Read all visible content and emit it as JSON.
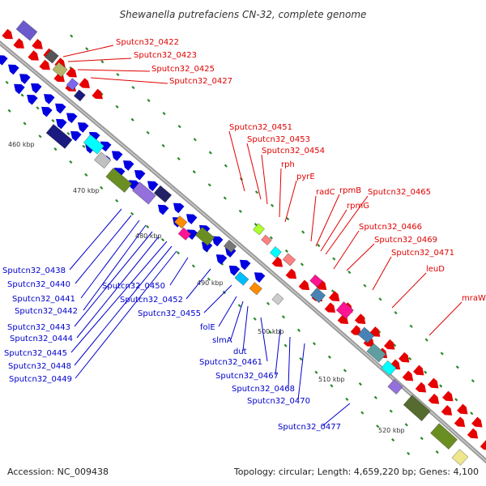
{
  "title": "Shewanella putrefaciens CN-32, complete genome",
  "accession": "Accession: NC_009438",
  "topology": "Topology: circular; Length: 4,659,220 bp; Genes: 4,100",
  "colors": {
    "forward_gene": "#e60000",
    "reverse_gene": "#0000e0",
    "backbone": "#999999",
    "tick": "#2a8a2a",
    "forward_label": "#e00000",
    "reverse_label": "#0000cc"
  },
  "kbp_ticks": [
    "460 kbp",
    "470 kbp",
    "480 kbp",
    "490 kbp",
    "500 kbp",
    "510 kbp",
    "520 kbp"
  ],
  "forward_labels": [
    "Sputcn32_0422",
    "Sputcn32_0423",
    "Sputcn32_0425",
    "Sputcn32_0427",
    "Sputcn32_0451",
    "Sputcn32_0453",
    "Sputcn32_0454",
    "rph",
    "pyrE",
    "radC",
    "rpmB",
    "rpmG",
    "Sputcn32_0465",
    "Sputcn32_0466",
    "Sputcn32_0469",
    "Sputcn32_0471",
    "leuD",
    "mraW"
  ],
  "reverse_labels": [
    "Sputcn32_0438",
    "Sputcn32_0440",
    "Sputcn32_0441",
    "Sputcn32_0442",
    "Sputcn32_0443",
    "Sputcn32_0444",
    "Sputcn32_0445",
    "Sputcn32_0448",
    "Sputcn32_0449",
    "Sputcn32_0450",
    "Sputcn32_0452",
    "Sputcn32_0455",
    "folE",
    "slmA",
    "dut",
    "Sputcn32_0461",
    "Sputcn32_0467",
    "Sputcn32_0468",
    "Sputcn32_0470",
    "Sputcn32_0477"
  ]
}
